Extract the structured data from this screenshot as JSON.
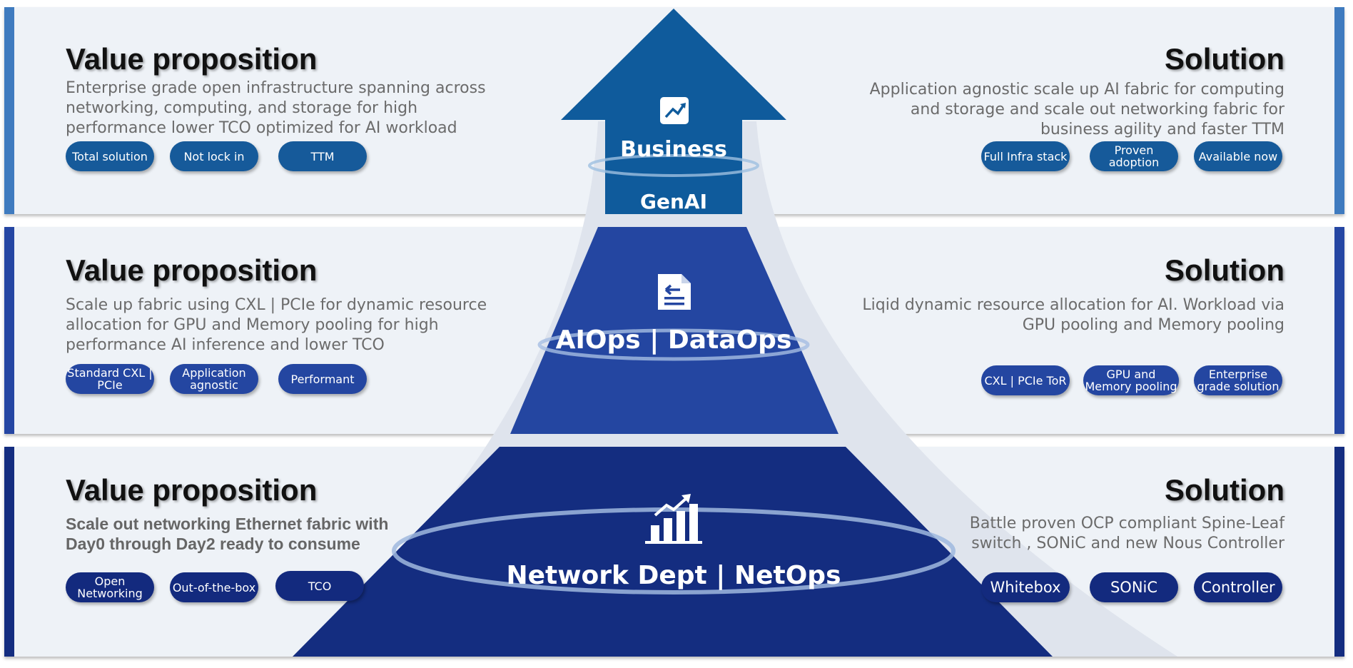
{
  "tiers": [
    {
      "label": "Business",
      "sublabel": "GenAI",
      "icon": "trend-chart-icon",
      "value_title": "Value proposition",
      "value_desc": "Enterprise grade open infrastructure spanning across networking, computing, and storage for high performance lower TCO optimized for AI workload",
      "value_pills": [
        "Total solution",
        "Not lock in",
        "TTM"
      ],
      "solution_title": "Solution",
      "solution_desc": "Application agnostic scale up AI fabric for computing and storage and scale out networking fabric for business agility and faster TTM",
      "solution_pills": [
        "Full Infra stack",
        "Proven adoption",
        "Available now"
      ]
    },
    {
      "label": "AIOps | DataOps",
      "icon": "document-import-icon",
      "value_title": "Value proposition",
      "value_desc": "Scale up fabric using CXL | PCIe for dynamic resource allocation for GPU and Memory pooling for high performance AI inference and lower TCO",
      "value_pills": [
        "Standard CXL | PCIe",
        "Application agnostic",
        "Performant"
      ],
      "solution_title": "Solution",
      "solution_desc": "Liqid dynamic resource allocation for AI. Workload via GPU pooling and Memory pooling",
      "solution_pills": [
        "CXL | PCIe ToR",
        "GPU and Memory pooling",
        "Enterprise grade solution"
      ]
    },
    {
      "label": "Network Dept | NetOps",
      "icon": "growth-bars-icon",
      "value_title": "Value proposition",
      "value_desc": "Scale out networking Ethernet fabric with Day0 through Day2 ready to consume",
      "value_pills": [
        "Open Networking",
        "Out-of-the-box",
        "TCO"
      ],
      "solution_title": "Solution",
      "solution_desc": "Battle proven OCP compliant Spine-Leaf switch , SONiC and new Nous Controller",
      "solution_pills": [
        "Whitebox",
        "SONiC",
        "Controller"
      ]
    }
  ],
  "colors": {
    "tier1": "#165a9a",
    "tier2": "#2446a1",
    "tier3": "#132a7e",
    "band_bg": "#eef2f7"
  }
}
